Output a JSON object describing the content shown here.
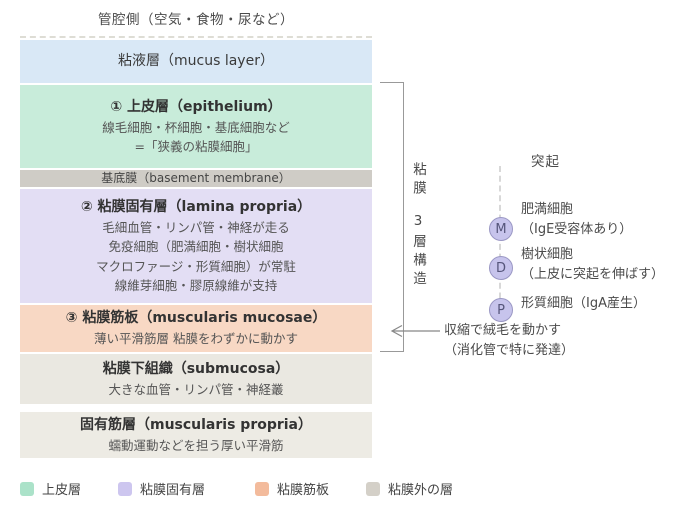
{
  "title": "管腔側（空気・食物・尿など）",
  "layers": [
    {
      "id": "mucus",
      "title": "粘液層（mucus layer）",
      "color": "#d9e8f6",
      "lines": []
    },
    {
      "id": "epithelium",
      "title": "① 上皮層（epithelium）",
      "color": "#c8ecda",
      "lines": [
        "線毛細胞・杯細胞・基底細胞など",
        "=「狭義の粘膜細胞」"
      ]
    },
    {
      "id": "basement-membrane",
      "title": "基底膜（basement membrane）",
      "color": "#cfccc6",
      "lines": []
    },
    {
      "id": "lamina-propria",
      "title": "② 粘膜固有層（lamina propria）",
      "color": "#e3def4",
      "lines": [
        "毛細血管・リンパ管・神経が走る",
        "免疫細胞（肥満細胞・樹状細胞",
        "マクロファージ・形質細胞）が常駐",
        "線維芽細胞・膠原線維が支持"
      ]
    },
    {
      "id": "muscularis-mucosae",
      "title": "③ 粘膜筋板（muscularis mucosae）",
      "color": "#f8d8c4",
      "lines": [
        "薄い平滑筋層 粘膜をわずかに動かす"
      ]
    },
    {
      "id": "submucosa",
      "title": "粘膜下組織（submucosa）",
      "color": "#eae8e1",
      "lines": [
        "大きな血管・リンパ管・神経叢"
      ]
    },
    {
      "id": "muscularis-propria",
      "title": "固有筋層（muscularis propria）",
      "color": "#edebe4",
      "lines": [
        "蠕動運動などを担う厚い平滑筋"
      ]
    }
  ],
  "bracket": {
    "label_top": "粘膜",
    "label_bottom": "3層構造"
  },
  "projections": {
    "title": "突起",
    "cells": [
      {
        "letter": "M",
        "name": "肥満細胞",
        "note": "（IgE受容体あり）"
      },
      {
        "letter": "D",
        "name": "樹状細胞",
        "note": "（上皮に突起を伸ばす）"
      },
      {
        "letter": "P",
        "name": "形質細胞（IgA産生）",
        "note": ""
      }
    ]
  },
  "arrow_note": {
    "line1": "収縮で絨毛を動かす",
    "line2": "（消化管で特に発達）"
  },
  "legend": [
    {
      "label": "上皮層",
      "color": "#abe2c9"
    },
    {
      "label": "粘膜固有層",
      "color": "#cdc6ef"
    },
    {
      "label": "粘膜筋板",
      "color": "#f3bb9c"
    },
    {
      "label": "粘膜外の層",
      "color": "#d4d0c8"
    }
  ],
  "colors": {
    "bracket_line": "#999999",
    "circle_fill": "#c7c4ec",
    "circle_border": "#9a97c4",
    "text_dark": "#333333",
    "text_sub": "#555555"
  }
}
